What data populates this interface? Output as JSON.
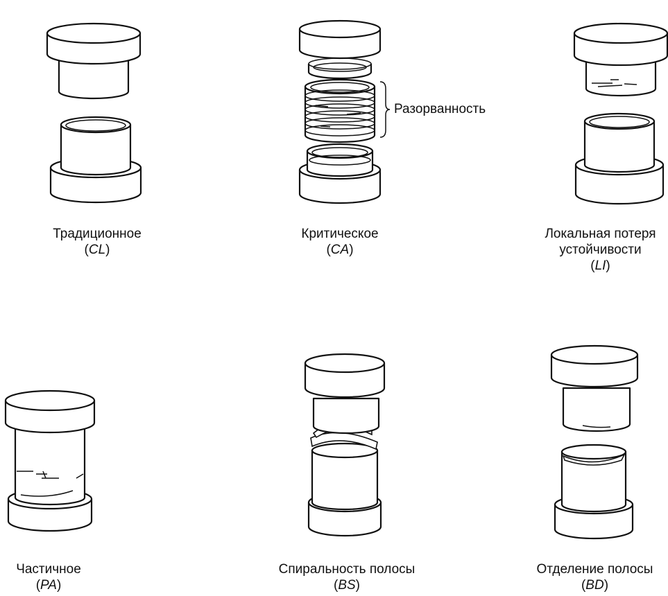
{
  "figures": [
    {
      "caption": "Традиционное",
      "code": "CL"
    },
    {
      "caption": "Критическое",
      "code": "CA",
      "callout": "Разорванность"
    },
    {
      "caption_lines": [
        "Локальная потеря",
        "устойчивости"
      ],
      "code": "LI"
    },
    {
      "caption": "Частичное",
      "code": "PA"
    },
    {
      "caption": "Спиральность полосы",
      "code": "BS"
    },
    {
      "caption": "Отделение полосы",
      "code": "BD"
    }
  ]
}
